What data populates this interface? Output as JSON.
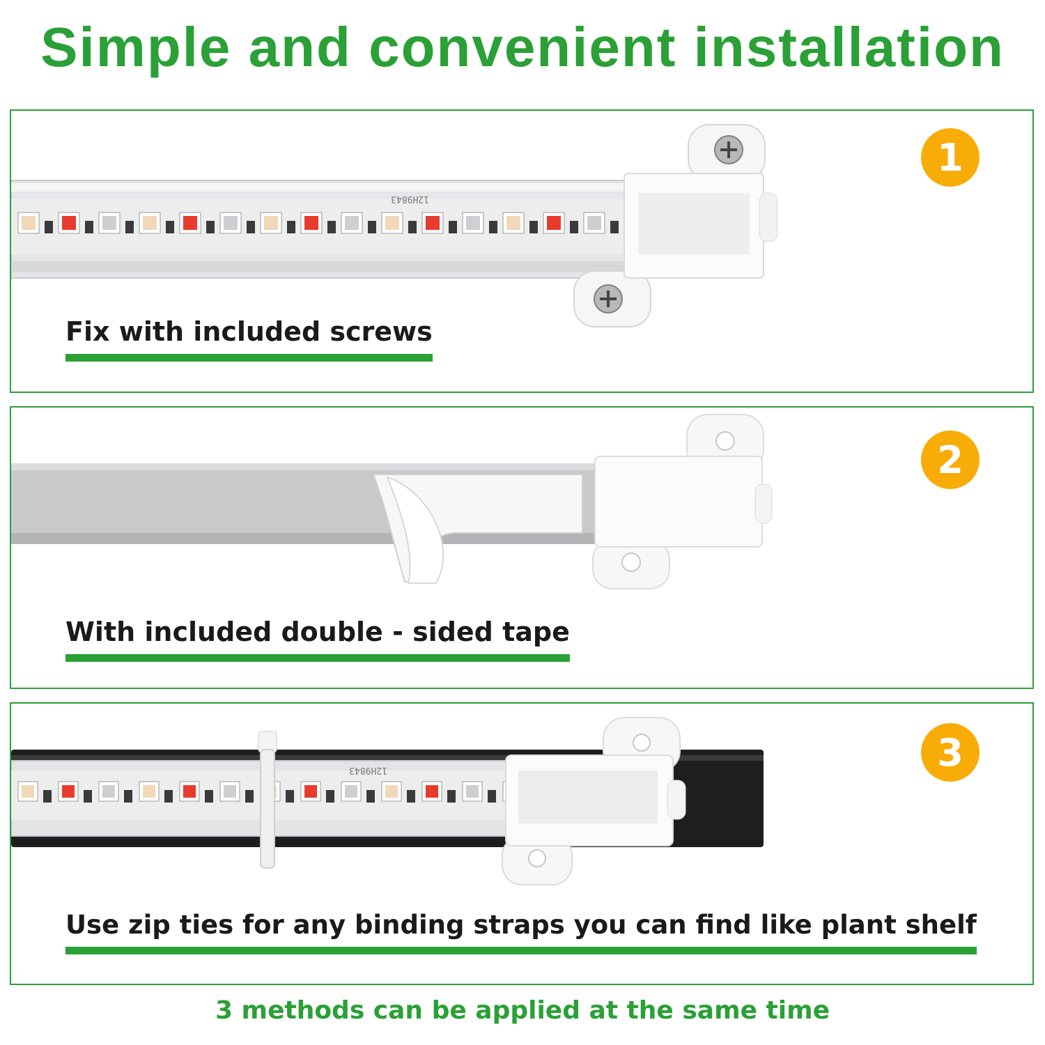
{
  "headline": "Simple and convenient installation",
  "methods": [
    {
      "number": "1",
      "caption": "Fix with included screws"
    },
    {
      "number": "2",
      "caption": "With included double - sided tape"
    },
    {
      "number": "3",
      "caption": "Use zip ties for any binding straps you can find like plant shelf"
    }
  ],
  "footer": "3 methods can be applied at the same time",
  "strip_print": "12H9843",
  "colors": {
    "accent_green": "#2aa036",
    "badge_orange": "#f8ac07"
  },
  "icons": [
    "screw-icon",
    "mounting-clip-icon",
    "adhesive-tape-icon",
    "zip-tie-icon"
  ]
}
